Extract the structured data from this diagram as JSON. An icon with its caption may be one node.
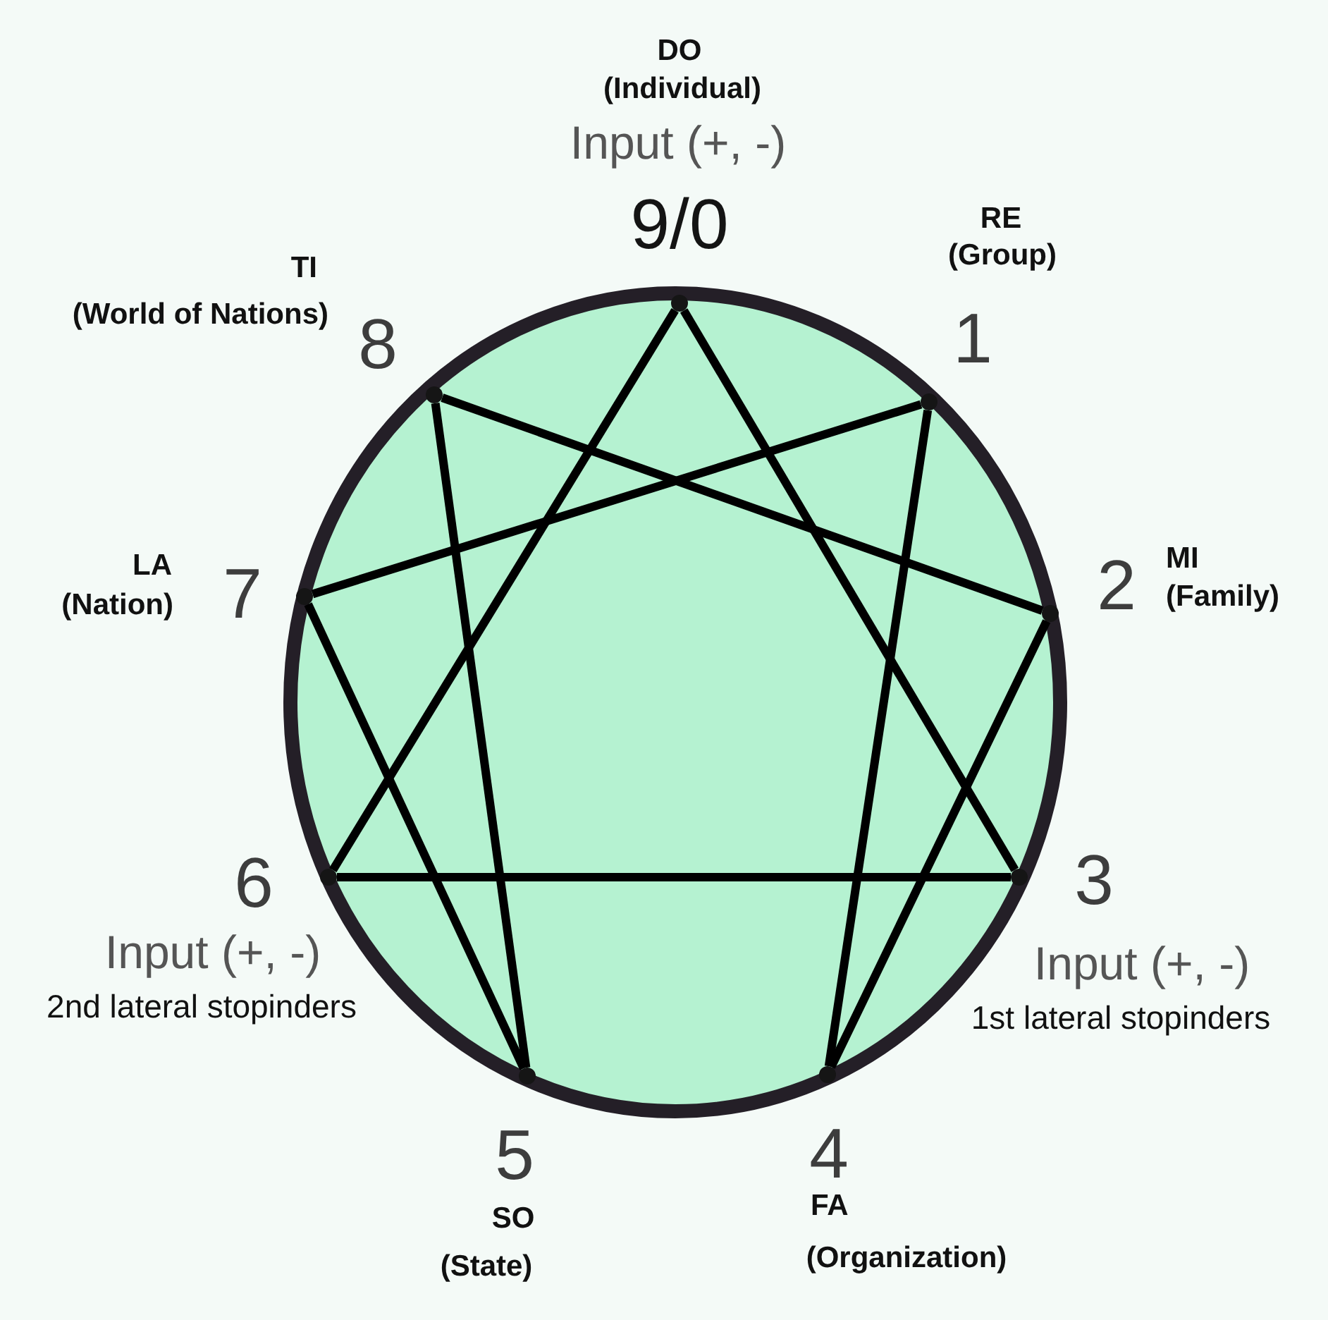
{
  "diagram": {
    "nodes": [
      {
        "text": [],
        "shape": "dot",
        "beside": [
          "DO",
          "(Individual)",
          "Input (+, -)",
          "9/0"
        ]
      },
      {
        "text": [],
        "shape": "dot",
        "beside": [
          "TI",
          "(World of Nations)",
          "8"
        ]
      },
      {
        "text": [],
        "shape": "dot",
        "beside": [
          "RE",
          "(Group)",
          "1"
        ]
      },
      {
        "text": [],
        "shape": "dot",
        "beside": [
          "LA",
          "(Nation)",
          "7"
        ]
      },
      {
        "text": [],
        "shape": "dot",
        "beside": [
          "2",
          "MI",
          "(Family)"
        ]
      },
      {
        "text": [],
        "shape": "dot",
        "beside": [
          "6",
          "Input (+, -)",
          "2nd lateral stopinders"
        ]
      },
      {
        "text": [],
        "shape": "dot",
        "beside": [
          "3",
          "Input (+, -)",
          "1st lateral stopinders"
        ]
      },
      {
        "text": [],
        "shape": "dot",
        "beside": [
          "5",
          "SO",
          "(State)"
        ]
      },
      {
        "text": [],
        "shape": "dot",
        "beside": [
          "4",
          "FA",
          "(Organization)"
        ]
      }
    ],
    "edges": [
      {
        "from": 0,
        "to": 6,
        "arrow": "none"
      },
      {
        "from": 6,
        "to": 5,
        "arrow": "none"
      },
      {
        "from": 5,
        "to": 0,
        "arrow": "none"
      },
      {
        "from": 2,
        "to": 8,
        "arrow": "none"
      },
      {
        "from": 8,
        "to": 4,
        "arrow": "none"
      },
      {
        "from": 4,
        "to": 1,
        "arrow": "none"
      },
      {
        "from": 1,
        "to": 7,
        "arrow": "none"
      },
      {
        "from": 7,
        "to": 3,
        "arrow": "none"
      },
      {
        "from": 3,
        "to": 2,
        "arrow": "none"
      }
    ]
  }
}
